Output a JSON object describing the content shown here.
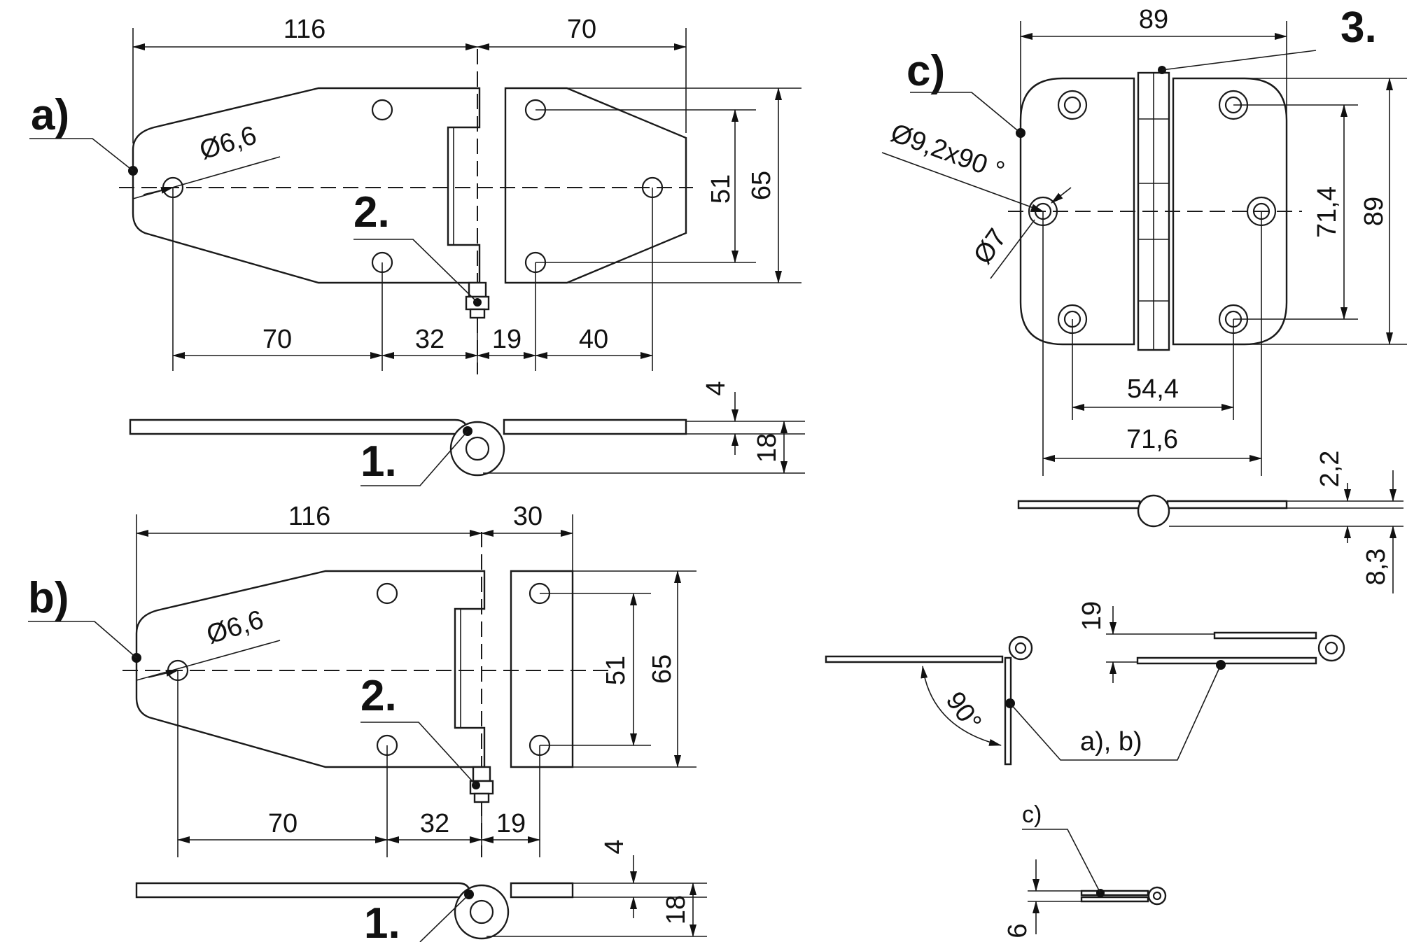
{
  "views": {
    "a": {
      "label": "a)",
      "dims": {
        "top_left": "116",
        "top_right": "70",
        "hole_dia": "Ø6,6",
        "height_inner": "51",
        "height_outer": "65",
        "b1": "70",
        "b2": "32",
        "b3": "19",
        "b4": "40",
        "side_thk": "4",
        "side_h": "18"
      },
      "callouts": {
        "grease": "2.",
        "pin": "1."
      }
    },
    "b": {
      "label": "b)",
      "dims": {
        "top_left": "116",
        "top_right": "30",
        "hole_dia": "Ø6,6",
        "height_inner": "51",
        "height_outer": "65",
        "b1": "70",
        "b2": "32",
        "b3": "19",
        "side_thk": "4",
        "side_h": "18"
      },
      "callouts": {
        "grease": "2.",
        "pin": "1."
      }
    },
    "c": {
      "label": "c)",
      "dims": {
        "top": "89",
        "countersink": "Ø9,2x90 °",
        "hole_dia": "Ø7",
        "height_inner": "71,4",
        "height_outer": "89",
        "b_inner": "54,4",
        "b_outer": "71,6",
        "side_thk": "2,2",
        "side_h": "8,3"
      },
      "callouts": {
        "pin": "3."
      }
    }
  },
  "details": {
    "angle": "90°",
    "offset_ab": "19",
    "label_ab": "a), b)",
    "label_c": "c)",
    "offset_c": "6"
  }
}
